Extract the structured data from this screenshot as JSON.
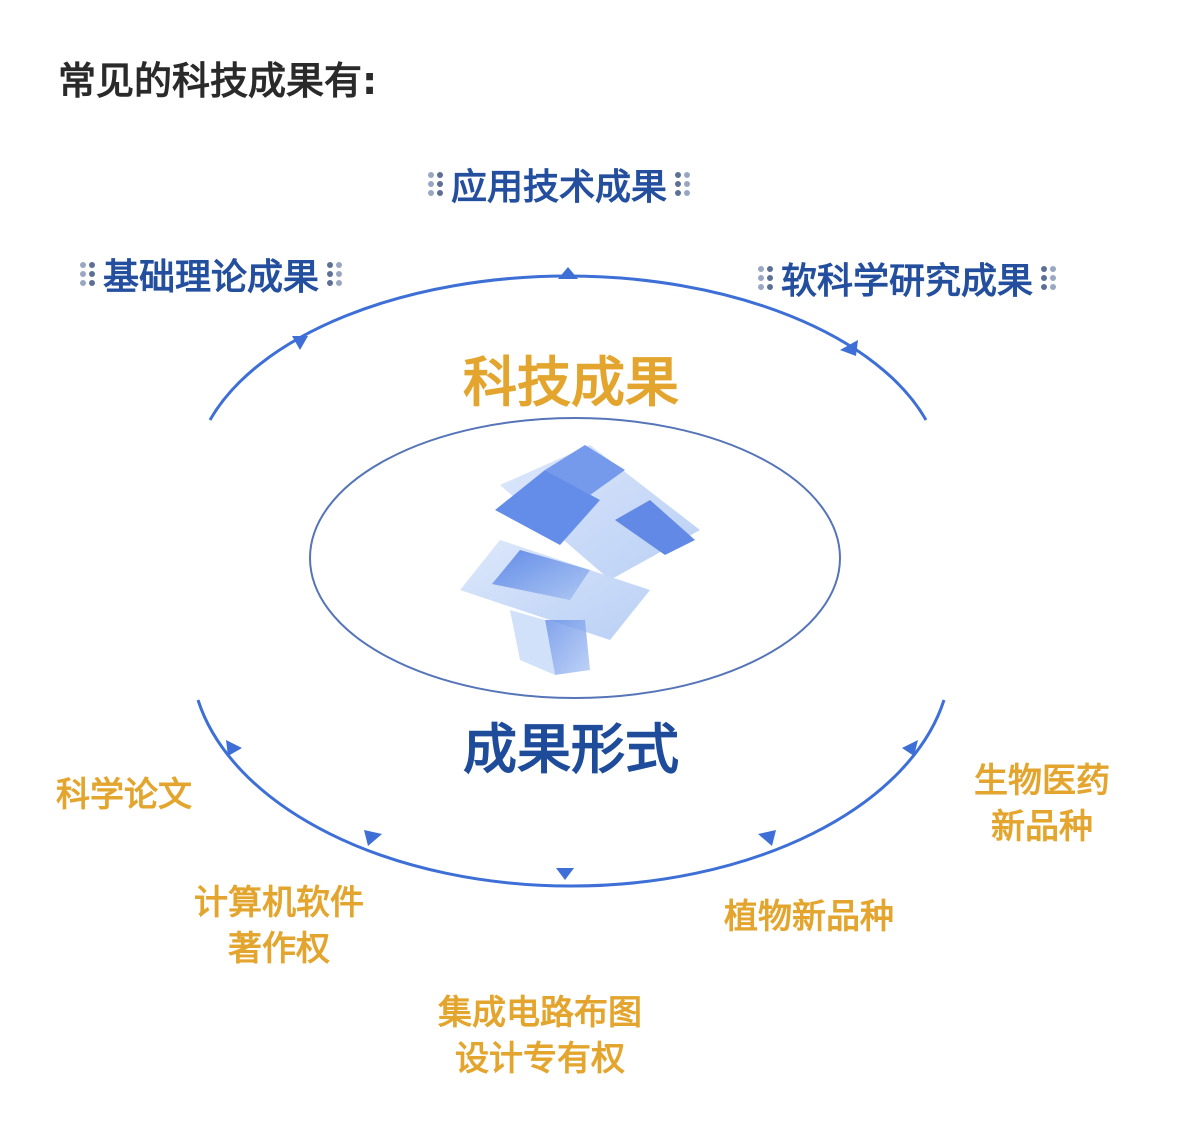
{
  "title": "常见的科技成果有:",
  "categories": {
    "applied": "应用技术成果",
    "basic": "基础理论成果",
    "soft": "软科学研究成果"
  },
  "center_top": "科技成果",
  "center_bottom": "成果形式",
  "forms": {
    "paper": "科学论文",
    "software_1": "计算机软件",
    "software_2": "著作权",
    "ic_1": "集成电路布图",
    "ic_2": "设计专有权",
    "plant": "植物新品种",
    "bio_1": "生物医药",
    "bio_2": "新品种"
  },
  "colors": {
    "blue": "#244f9e",
    "orange": "#e3a52d",
    "arc": "#3d6fd6"
  }
}
